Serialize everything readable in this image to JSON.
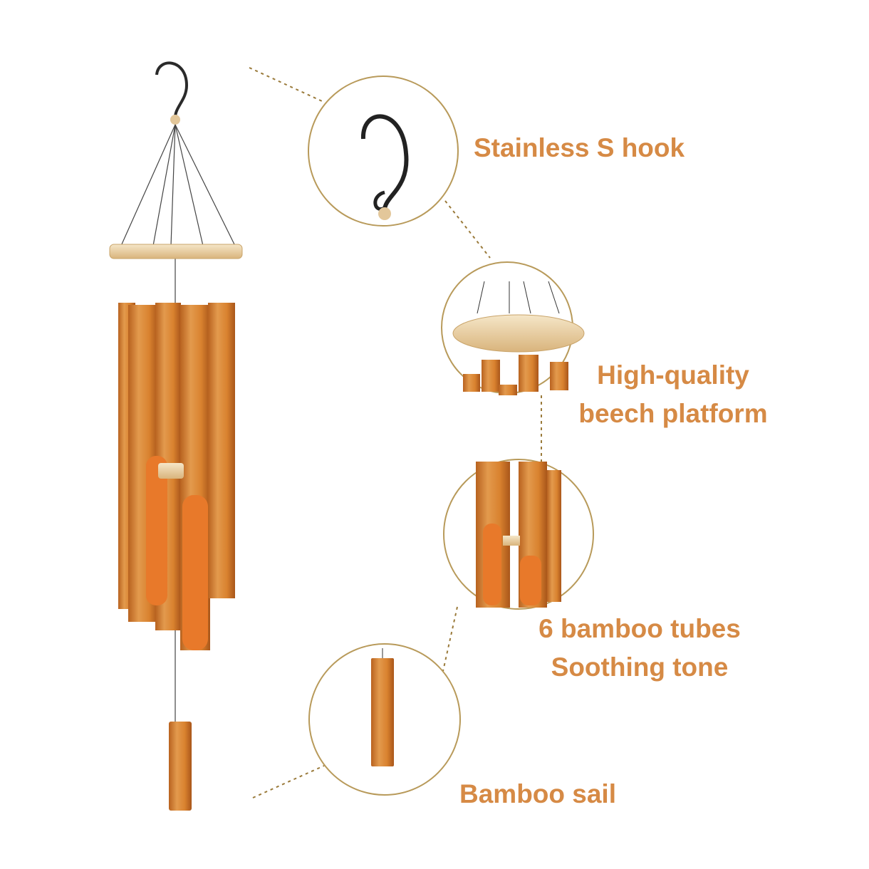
{
  "colors": {
    "text": "#d68a45",
    "circle_border": "#b89a5a",
    "bamboo": "#d9822f",
    "bamboo_dark": "#b8621f",
    "wood": "#efd9b0",
    "hook": "#2a2a2a"
  },
  "callouts": [
    {
      "lines": [
        "Stainless S hook"
      ]
    },
    {
      "lines": [
        "High-quality",
        "beech platform"
      ]
    },
    {
      "lines": [
        "6 bamboo tubes",
        "Soothing tone"
      ]
    },
    {
      "lines": [
        "Bamboo sail"
      ]
    }
  ]
}
